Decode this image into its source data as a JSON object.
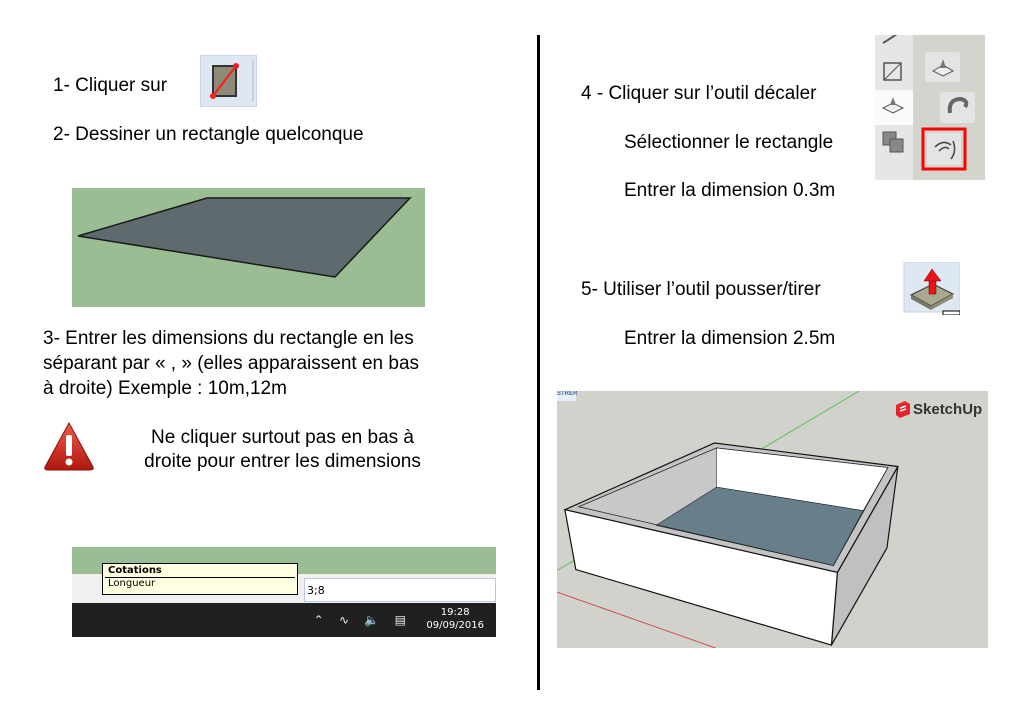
{
  "left": {
    "step1": "1- Cliquer sur",
    "step2": "2- Dessiner un rectangle quelconque",
    "step3_lines": [
      "3- Entrer les dimensions du rectangle en les",
      "séparant par « , » (elles apparaissent en bas",
      "à droite) Exemple :      10m,12m"
    ],
    "warning_lines": [
      "Ne cliquer surtout pas en bas à",
      "droite pour entrer les dimensions"
    ],
    "screenshot": {
      "tooltip_title": "Cotations",
      "tooltip_label": "Longueur",
      "vcb_value": "3;8",
      "time": "19:28",
      "date": "09/09/2016"
    }
  },
  "right": {
    "step4": "4 - Cliquer sur l’outil décaler",
    "step4_sub1": "Sélectionner le rectangle",
    "step4_sub2": "Entrer la dimension 0.3m",
    "step5": "5- Utiliser l’outil pousser/tirer",
    "step5_sub": "Entrer la dimension 2.5m",
    "sketchup": {
      "logo": "SketchUp",
      "corner_tab": "STRER"
    }
  },
  "colors": {
    "ground": "#9bbd93",
    "face": "#5f6a6e",
    "floor": "#667f8b",
    "highlight": "#ff0000"
  }
}
